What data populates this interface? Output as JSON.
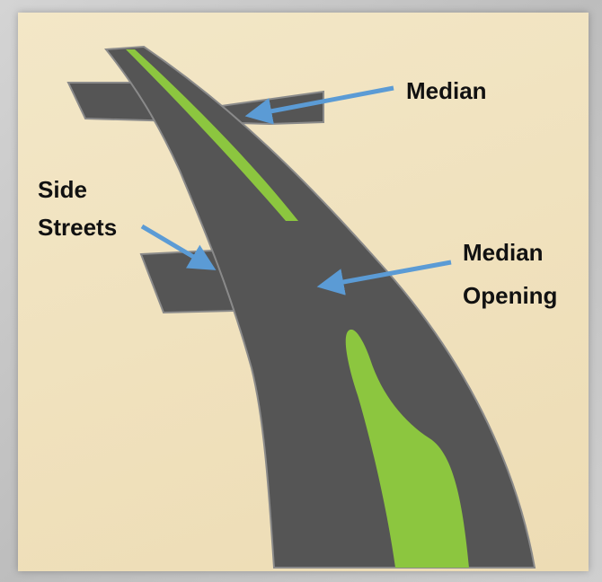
{
  "labels": {
    "median": "Median",
    "side_streets_line1": "Side",
    "side_streets_line2": "Streets",
    "median_opening_line1": "Median",
    "median_opening_line2": "Opening"
  },
  "colors": {
    "background_panel": "#efe2bf",
    "road": "#555555",
    "road_edge": "#8a8a8a",
    "median": "#8cc63f",
    "arrow": "#5b9bd5",
    "text": "#111111"
  },
  "icons": [
    "arrow-icon"
  ]
}
